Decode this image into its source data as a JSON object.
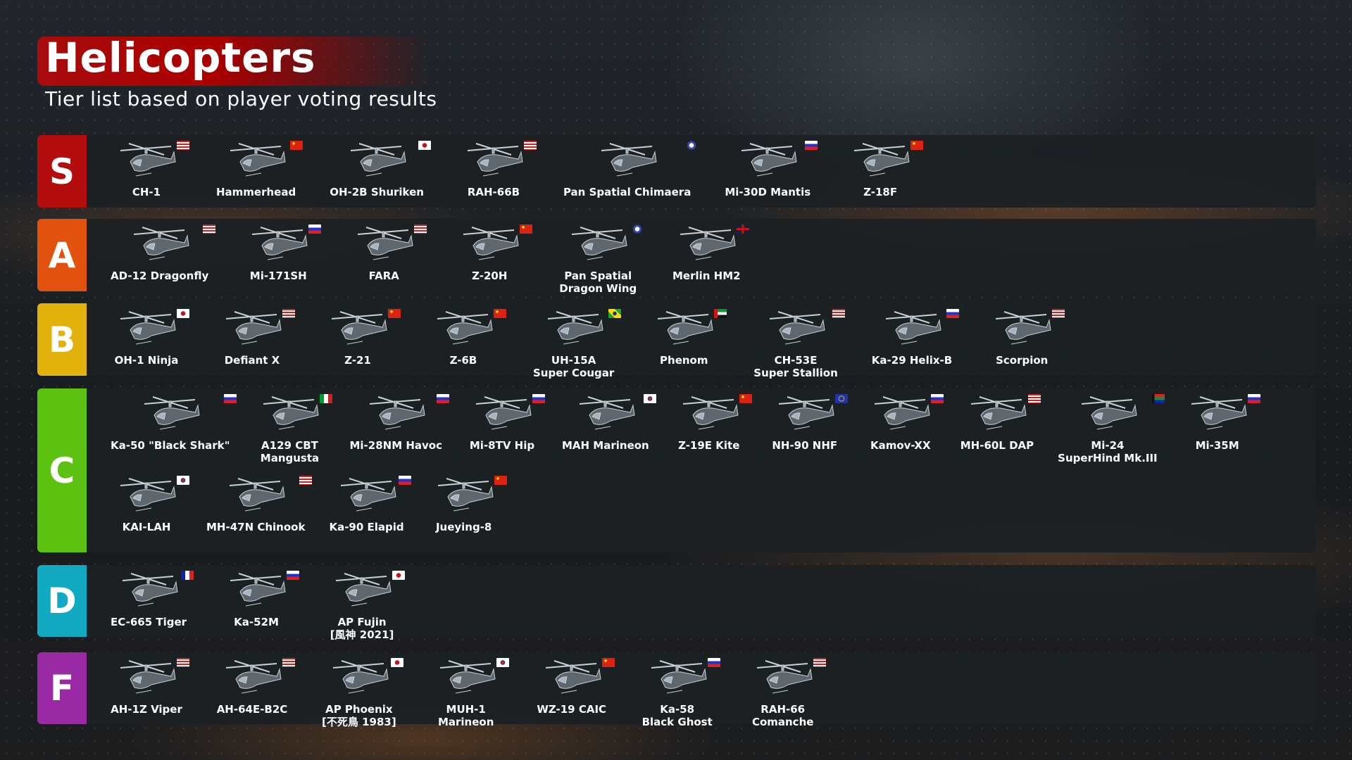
{
  "header": {
    "title": "Helicopters",
    "subtitle": "Tier list based on player voting results"
  },
  "tiers": [
    {
      "tier": "S",
      "color": "#b30d0d",
      "items": [
        {
          "name": "CH-1",
          "flag": "us"
        },
        {
          "name": "Hammerhead",
          "flag": "cn"
        },
        {
          "name": "OH-2B Shuriken",
          "flag": "jp"
        },
        {
          "name": "RAH-66B",
          "flag": "us"
        },
        {
          "name": "Pan Spatial Chimaera",
          "flag": "un"
        },
        {
          "name": "Mi-30D Mantis",
          "flag": "ru"
        },
        {
          "name": "Z-18F",
          "flag": "cn"
        }
      ]
    },
    {
      "tier": "A",
      "color": "#e0520e",
      "items": [
        {
          "name": "AD-12 Dragonfly",
          "flag": "us"
        },
        {
          "name": "Mi-171SH",
          "flag": "ru"
        },
        {
          "name": "FARA",
          "flag": "us"
        },
        {
          "name": "Z-20H",
          "flag": "cn"
        },
        {
          "name": "Pan Spatial\nDragon Wing",
          "flag": "un"
        },
        {
          "name": "Merlin HM2",
          "flag": "gb"
        }
      ]
    },
    {
      "tier": "B",
      "color": "#e2b20c",
      "items": [
        {
          "name": "OH-1 Ninja",
          "flag": "jp"
        },
        {
          "name": "Defiant X",
          "flag": "us"
        },
        {
          "name": "Z-21",
          "flag": "cn"
        },
        {
          "name": "Z-6B",
          "flag": "cn"
        },
        {
          "name": "UH-15A\nSuper Cougar",
          "flag": "br"
        },
        {
          "name": "Phenom",
          "flag": "ae"
        },
        {
          "name": "CH-53E\nSuper Stallion",
          "flag": "us"
        },
        {
          "name": "Ka-29 Helix-B",
          "flag": "ru"
        },
        {
          "name": "Scorpion",
          "flag": "us"
        }
      ]
    },
    {
      "tier": "C",
      "color": "#5cc111",
      "items": [
        {
          "name": "Ka-50 \"Black Shark\"",
          "flag": "ru"
        },
        {
          "name": "A129 CBT\nMangusta",
          "flag": "it"
        },
        {
          "name": "Mi-28NM Havoc",
          "flag": "ru"
        },
        {
          "name": "Mi-8TV Hip",
          "flag": "ru"
        },
        {
          "name": "MAH Marineon",
          "flag": "kr"
        },
        {
          "name": "Z-19E Kite",
          "flag": "cn"
        },
        {
          "name": "NH-90 NHF",
          "flag": "eu"
        },
        {
          "name": "Kamov-XX",
          "flag": "ru"
        },
        {
          "name": "MH-60L DAP",
          "flag": "us"
        },
        {
          "name": "Mi-24\nSuperHind Mk.III",
          "flag": "za"
        },
        {
          "name": "Mi-35M",
          "flag": "ru"
        },
        {
          "name": "KAI-LAH",
          "flag": "kr"
        },
        {
          "name": "MH-47N Chinook",
          "flag": "us"
        },
        {
          "name": "Ka-90 Elapid",
          "flag": "ru"
        },
        {
          "name": "Jueying-8",
          "flag": "cn"
        }
      ]
    },
    {
      "tier": "D",
      "color": "#12a9c2",
      "items": [
        {
          "name": "EC-665 Tiger",
          "flag": "fr"
        },
        {
          "name": "Ka-52M",
          "flag": "ru"
        },
        {
          "name": "AP Fujin\n[風神 2021]",
          "flag": "jp"
        }
      ]
    },
    {
      "tier": "F",
      "color": "#9a2aa3",
      "items": [
        {
          "name": "AH-1Z Viper",
          "flag": "us"
        },
        {
          "name": "AH-64E-B2C",
          "flag": "us"
        },
        {
          "name": "AP Phoenix\n[不死鳥 1983]",
          "flag": "jp"
        },
        {
          "name": "MUH-1\nMarineon",
          "flag": "kr"
        },
        {
          "name": "WZ-19 CAIC",
          "flag": "cn"
        },
        {
          "name": "Ka-58\nBlack Ghost",
          "flag": "ru"
        },
        {
          "name": "RAH-66\nComanche",
          "flag": "us"
        }
      ]
    }
  ]
}
